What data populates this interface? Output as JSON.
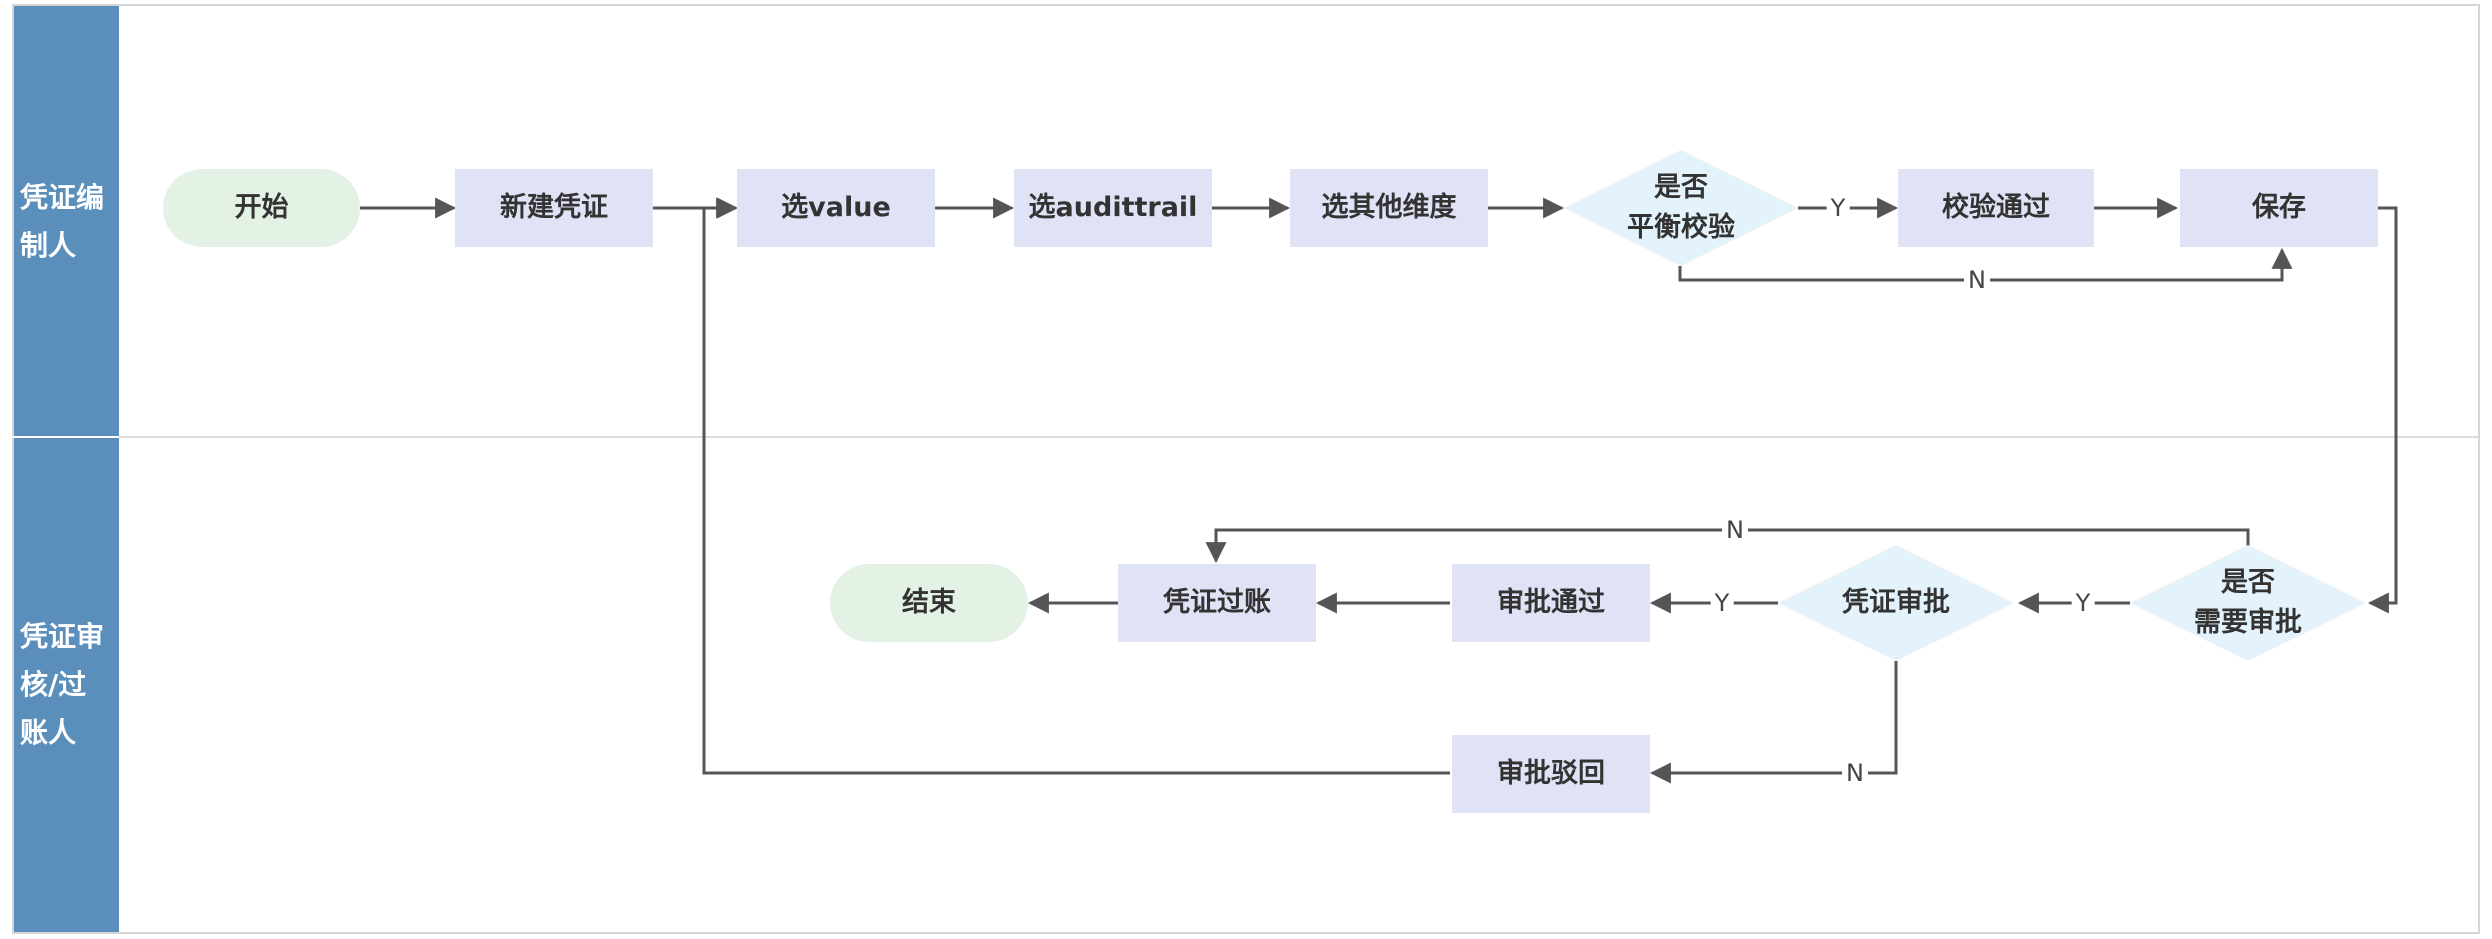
{
  "lanes": [
    {
      "label": "凭证编\n制人"
    },
    {
      "label": "凭证审\n核/过\n账人"
    }
  ],
  "nodes": {
    "start": "开始",
    "new_voucher": "新建凭证",
    "select_value": "选value",
    "select_audittrail": "选audittrail",
    "select_dims": "选其他维度",
    "balance_check": "是否\n平衡校验",
    "check_passed": "校验通过",
    "save": "保存",
    "need_approval": "是否\n需要审批",
    "voucher_approval": "凭证审批",
    "approval_passed": "审批通过",
    "voucher_posting": "凭证过账",
    "end": "结束",
    "approval_rejected": "审批驳回"
  },
  "edge_labels": {
    "balance_yes": "Y",
    "balance_no": "N",
    "need_approval_yes": "Y",
    "need_approval_no": "N",
    "approval_yes": "Y",
    "approval_no": "N"
  },
  "colors": {
    "lane_header": "#5b8fbb",
    "terminal_fill": "#e4f2e5",
    "process_fill": "#e0e3f6",
    "decision_fill": "#e3f2fb",
    "line": "#555555"
  }
}
